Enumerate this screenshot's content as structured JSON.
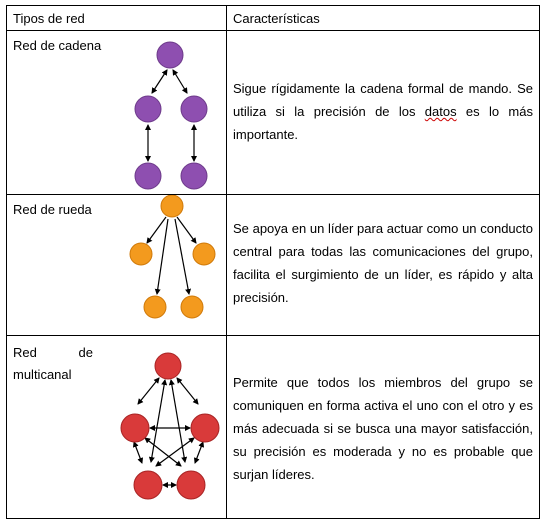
{
  "header": {
    "col_types": "Tipos de red",
    "col_features": "Características"
  },
  "rows": [
    {
      "type": "Red de cadena",
      "description": "Sigue rígidamente la cadena formal de mando. Se utiliza si la precisión de los datos es lo más importante.",
      "node_color": "#8e4fb0",
      "node_stroke": "#6d3a8a"
    },
    {
      "type_a": "Red",
      "type_b": "de rueda",
      "type": "Red de rueda",
      "description": "Se apoya en un líder para actuar como un conducto central para todas las comunicaciones del grupo, facilita el surgimiento de un líder, es rápido y alta precisión.",
      "node_color": "#f39a1e",
      "node_stroke": "#d07a0a"
    },
    {
      "type_a": "Red",
      "type_b": "de",
      "type_c": "multicanal",
      "description": "Permite que todos los miembros del grupo se comuniquen en forma activa el uno con el otro y es más adecuada si se busca una mayor satisfacción, su precisión es moderada y no es probable que surjan líderes.",
      "node_color": "#d93a3a",
      "node_stroke": "#a82424"
    }
  ]
}
